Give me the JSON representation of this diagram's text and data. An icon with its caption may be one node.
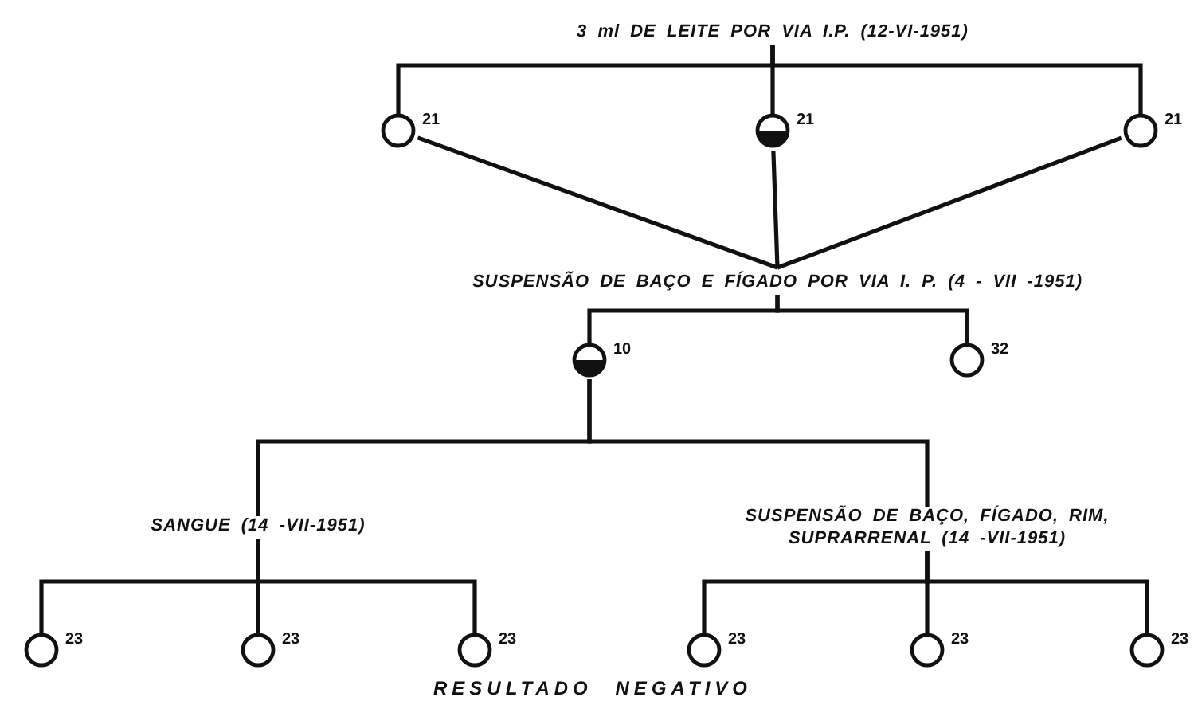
{
  "diagram": {
    "nodes": [
      {
        "text": [
          "3 ml DE LEITE POR VIA I.P. (12-VI-1951)"
        ]
      },
      {
        "text": [],
        "shape": "circle",
        "beside": [
          "21"
        ]
      },
      {
        "text": [],
        "shape": "half-filled-circle",
        "beside": [
          "21"
        ]
      },
      {
        "text": [],
        "shape": "circle",
        "beside": [
          "21"
        ]
      },
      {
        "text": [
          "SUSPENSÃO DE BAÇO E FÍGADO POR VIA I. P. (4 - VII -1951)"
        ]
      },
      {
        "text": [],
        "shape": "half-filled-circle",
        "beside": [
          "10"
        ]
      },
      {
        "text": [],
        "shape": "circle",
        "beside": [
          "32"
        ]
      },
      {
        "text": [
          "SANGUE (14 -VII-1951)"
        ]
      },
      {
        "text": [
          "SUSPENSÃO DE BAÇO, FÍGADO, RIM, SUPRARRENAL (14 -VII-1951)"
        ]
      },
      {
        "text": [],
        "shape": "circle",
        "beside": [
          "23"
        ]
      },
      {
        "text": [],
        "shape": "circle",
        "beside": [
          "23"
        ]
      },
      {
        "text": [],
        "shape": "circle",
        "beside": [
          "23"
        ]
      },
      {
        "text": [],
        "shape": "circle",
        "beside": [
          "23"
        ]
      },
      {
        "text": [],
        "shape": "circle",
        "beside": [
          "23"
        ]
      },
      {
        "text": [],
        "shape": "circle",
        "beside": [
          "23"
        ]
      }
    ],
    "edges": [
      {
        "from": 0,
        "to": 1,
        "arrow": "none"
      },
      {
        "from": 0,
        "to": 2,
        "arrow": "none"
      },
      {
        "from": 0,
        "to": 3,
        "arrow": "none"
      },
      {
        "from": 1,
        "to": 4,
        "arrow": "none"
      },
      {
        "from": 2,
        "to": 4,
        "arrow": "none"
      },
      {
        "from": 3,
        "to": 4,
        "arrow": "none"
      },
      {
        "from": 4,
        "to": 5,
        "arrow": "none"
      },
      {
        "from": 4,
        "to": 6,
        "arrow": "none"
      },
      {
        "from": 5,
        "to": 7,
        "arrow": "none"
      },
      {
        "from": 5,
        "to": 8,
        "arrow": "none"
      },
      {
        "from": 7,
        "to": 9,
        "arrow": "none"
      },
      {
        "from": 7,
        "to": 10,
        "arrow": "none"
      },
      {
        "from": 7,
        "to": 11,
        "arrow": "none"
      },
      {
        "from": 8,
        "to": 12,
        "arrow": "none"
      },
      {
        "from": 8,
        "to": 13,
        "arrow": "none"
      },
      {
        "from": 8,
        "to": 14,
        "arrow": "none"
      }
    ],
    "labels": [
      "RESULTADO NEGATIVO"
    ]
  }
}
